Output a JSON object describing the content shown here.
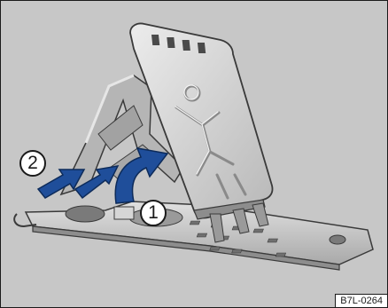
{
  "figure": {
    "code": "B7L-0264",
    "callouts": [
      {
        "label": "1"
      },
      {
        "label": "2"
      }
    ]
  },
  "colors": {
    "background": "#c7c7c7",
    "metal_light": "#e3e3e3",
    "metal_mid": "#b3b3b3",
    "metal_dark": "#8d8d8d",
    "outline": "#3a3a3a",
    "arrow": "#1f4e9a"
  }
}
